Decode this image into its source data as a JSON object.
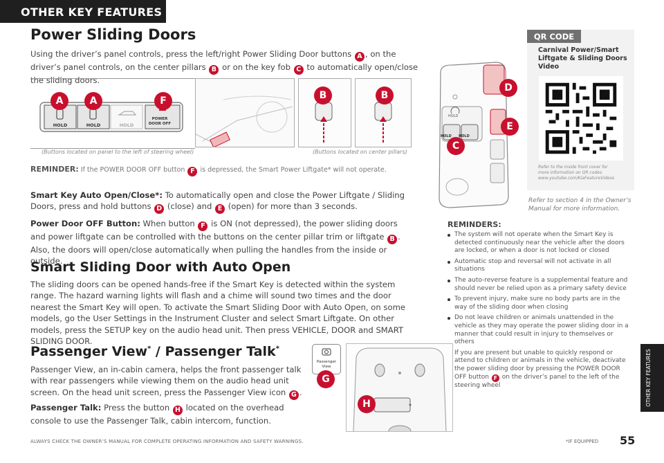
{
  "banner": {
    "title": "OTHER KEY FEATURES"
  },
  "power_sliding": {
    "heading": "Power Sliding Doors",
    "intro_1": "Using the driver’s panel controls, press the left/right Power Sliding Door buttons ",
    "intro_2": ", on the driver’s panel controls, on the center pillars ",
    "intro_3": " or on the key fob ",
    "intro_4": " to automatically open/close the sliding doors.",
    "caption_panel": "(Buttons located on panel to the left of steering wheel)",
    "caption_pillars": "(Buttons located on center pillars)",
    "reminder_label": "REMINDER:",
    "reminder_1": " If the POWER DOOR OFF button ",
    "reminder_2": " is depressed, the Smart Power Liftgate* will not operate.",
    "panel_buttons": [
      "HOLD",
      "HOLD",
      "HOLD",
      "POWER DOOR OFF"
    ],
    "smartkey_label": "Smart Key Auto Open/Close*:",
    "smartkey_1": " To automatically open and close the Power Liftgate / Sliding Doors, press and hold buttons ",
    "smartkey_2": " (close) and ",
    "smartkey_3": " (open) for more than 3 seconds.",
    "pdo_label": "Power Door OFF Button:",
    "pdo_1": " When button ",
    "pdo_2": " is ON (not depressed), the power sliding doors and power liftgate can be controlled with the buttons on the center pillar trim or liftgate ",
    "pdo_3": ". Also, the doors will open/close automatically when pulling the handles from the inside or outside."
  },
  "callouts": {
    "A": "A",
    "B": "B",
    "C": "C",
    "D": "D",
    "E": "E",
    "F": "F",
    "G": "G",
    "H": "H"
  },
  "fob": {
    "hold_label": "HOLD",
    "btn1": "HOLD",
    "btn2": "HOLD"
  },
  "qr": {
    "label": "QR CODE",
    "title": "Carnival Power/Smart Liftgate & Sliding Doors Video",
    "note_1": "Refer to the inside front cover for",
    "note_2": "more information on QR codes.",
    "note_3": "www.youtube.com/KiaFeatureVideos"
  },
  "owners_ref": {
    "line1": "Refer to section 4 in the Owner’s",
    "line2": "Manual for more information."
  },
  "reminders": {
    "heading": "REMINDERS:",
    "items": [
      "The system will not operate when the Smart Key is detected continuously near the vehicle after the doors are locked, or when a door is not locked or closed",
      "Automatic stop and reversal will not activate in all situations",
      "The auto-reverse feature is a supplemental feature and should never be relied upon as a primary safety device",
      "To prevent injury, make sure no body parts are in the way of the sliding door when closing",
      "Do not leave children or animals unattended in the vehicle as they may operate the power sliding door in a manner that could result in injury to themselves or others"
    ],
    "last_1": "If you are present but unable to quickly respond or attend to children or animals in the vehicle, deactivate the power sliding door by pressing the POWER DOOR OFF button ",
    "last_2": " on the driver’s panel to the left of the steering wheel"
  },
  "smart_sliding": {
    "heading": "Smart Sliding Door with Auto Open",
    "body": "The sliding doors can be opened hands-free if the Smart Key is detected within the system range. The hazard warning lights will flash and a chime will sound two times and the door nearest the Smart Key will open. To activate the Smart Sliding Door with Auto Open, on some models, go the User Settings in the Instrument Cluster and select Smart Liftgate. On other models, press the SETUP key on the audio head unit. Then press VEHICLE, DOOR and SMART SLIDING DOOR."
  },
  "passenger": {
    "heading": "Passenger View",
    "heading_2": " / Passenger Talk",
    "star": "*",
    "body_1": "Passenger View, an in-cabin camera, helps the front passenger talk with rear passengers while viewing them on the audio head unit screen. On the head unit screen, press the Passenger View icon ",
    "body_2": ".",
    "talk_label": "Passenger Talk:",
    "talk_1": " Press the button ",
    "talk_2": " located on the overhead console to use the Passenger Talk, cabin intercom, function.",
    "icon_label": "Passenger View"
  },
  "footer": {
    "warning": "ALWAYS CHECK THE OWNER’S MANUAL FOR COMPLETE OPERATING INFORMATION AND SAFETY WARNINGS.",
    "equipped": "*IF EQUIPPED",
    "page": "55"
  },
  "side_tab": {
    "label": "OTHER KEY FEATURES"
  },
  "colors": {
    "accent": "#c8102e",
    "dark": "#1f1f1f",
    "qr_bg": "#f2f2f2"
  }
}
